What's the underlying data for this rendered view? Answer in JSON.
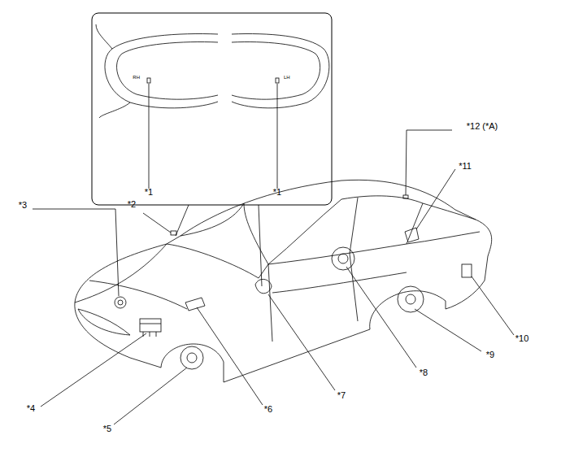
{
  "diagram": {
    "labels": [
      "*1",
      "*1",
      "*2",
      "*3",
      "*4",
      "*5",
      "*6",
      "*7",
      "*8",
      "*9",
      "*10",
      "*11",
      "*12 (*A)",
      "RH",
      "LH"
    ]
  }
}
